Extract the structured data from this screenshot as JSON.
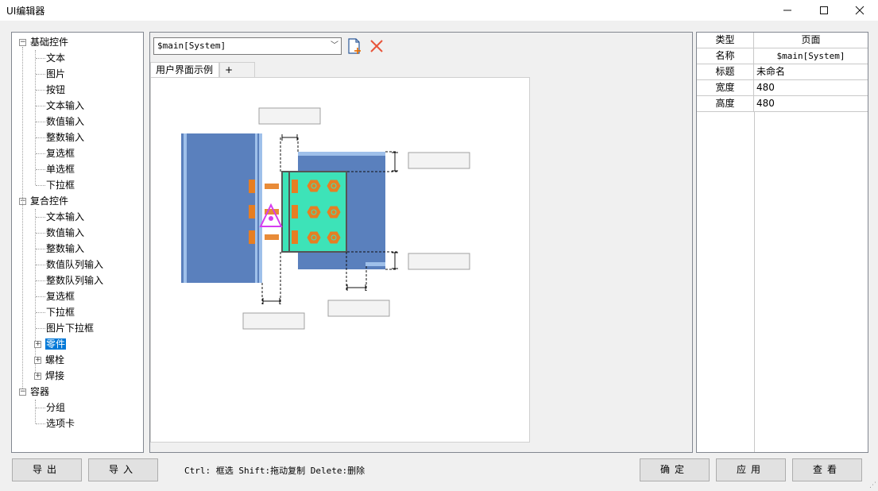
{
  "window": {
    "title": "UI编辑器"
  },
  "tree": {
    "groups": [
      {
        "label": "基础控件",
        "items": [
          "文本",
          "图片",
          "按钮",
          "文本输入",
          "数值输入",
          "整数输入",
          "复选框",
          "单选框",
          "下拉框"
        ]
      },
      {
        "label": "复合控件",
        "items": [
          "文本输入",
          "数值输入",
          "整数输入",
          "数值队列输入",
          "整数队列输入",
          "复选框",
          "下拉框",
          "图片下拉框"
        ],
        "collapsed_items": [
          "零件",
          "螺栓",
          "焊接"
        ],
        "selected": "零件"
      },
      {
        "label": "容器",
        "items": [
          "分组",
          "选项卡"
        ]
      }
    ]
  },
  "editor": {
    "combo_value": "$main[System]",
    "tabs": [
      "用户界面示例",
      "+"
    ]
  },
  "properties": {
    "header": {
      "key": "类型",
      "value": "页面"
    },
    "rows": [
      {
        "key": "名称",
        "value": "$main[System]"
      },
      {
        "key": "标题",
        "value": "未命名"
      },
      {
        "key": "宽度",
        "value": "480"
      },
      {
        "key": "高度",
        "value": "480"
      }
    ]
  },
  "buttons": {
    "export": "导出",
    "import": "导入",
    "ok": "确定",
    "apply": "应用",
    "view": "查看"
  },
  "hint": "Ctrl: 框选 Shift:拖动复制 Delete:删除",
  "colors": {
    "beam": "#5a80bd",
    "plate": "#3de3b8",
    "bolt": "#e67e22",
    "weld": "#d63cf0",
    "selection": "#0078d7"
  }
}
